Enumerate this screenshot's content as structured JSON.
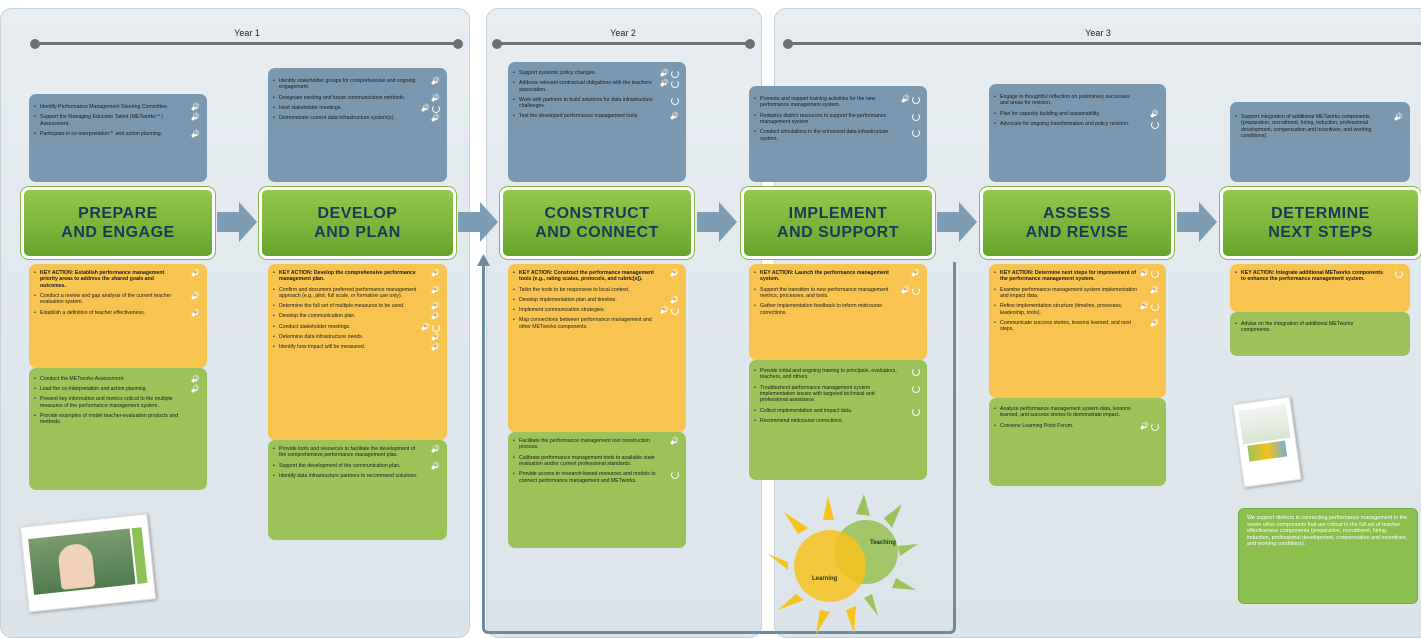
{
  "years": [
    "Year 1",
    "Year 2",
    "Year 3"
  ],
  "stages": [
    {
      "title": "PREPARE\nAND ENGAGE",
      "blue": [
        {
          "text": "Identify Performance Management Steering Committee.",
          "speaker": true,
          "refresh": false
        },
        {
          "text": "Support the Managing Educator Talent (METworks℠) Assessment.",
          "speaker": true,
          "refresh": false
        },
        {
          "text": "Participate in co-interpretation℠ and action planning.",
          "speaker": true,
          "refresh": false
        }
      ],
      "orange": [
        {
          "text": "KEY ACTION: Establish performance management priority areas to address the shared goals and outcomes.",
          "bold": true,
          "speaker": true,
          "refresh": false
        },
        {
          "text": "Conduct a review and gap analysis of the current teacher evaluation system.",
          "speaker": true,
          "refresh": false
        },
        {
          "text": "Establish a definition of teacher effectiveness.",
          "speaker": true,
          "refresh": false
        }
      ],
      "green": [
        {
          "text": "Conduct the METworks Assessment.",
          "speaker": true,
          "refresh": false
        },
        {
          "text": "Lead the co-interpretation and action planning.",
          "speaker": true,
          "refresh": false
        },
        {
          "text": "Present key information and metrics critical to the multiple measures of the performance management system.",
          "speaker": false,
          "refresh": false
        },
        {
          "text": "Provide examples of model teacher-evaluation products and methods.",
          "speaker": false,
          "refresh": false
        }
      ]
    },
    {
      "title": "DEVELOP\nAND PLAN",
      "blue": [
        {
          "text": "Identify stakeholder groups for comprehensive and ongoing engagement.",
          "speaker": true,
          "refresh": false
        },
        {
          "text": "Designate existing and future communication methods.",
          "speaker": true,
          "refresh": false
        },
        {
          "text": "Host stakeholder meetings.",
          "speaker": true,
          "refresh": true
        },
        {
          "text": "Demonstrate current data infrastructure system(s).",
          "speaker": true,
          "refresh": false
        }
      ],
      "orange": [
        {
          "text": "KEY ACTION: Develop the comprehensive performance management plan.",
          "bold": true,
          "speaker": true,
          "refresh": false
        },
        {
          "text": "Confirm and document preferred performance management approach (e.g., pilot, full scale, or formative use only).",
          "speaker": true,
          "refresh": false
        },
        {
          "text": "Determine the full set of multiple measures to be used.",
          "speaker": true,
          "refresh": false
        },
        {
          "text": "Develop the communication plan.",
          "speaker": true,
          "refresh": false
        },
        {
          "text": "Conduct stakeholder meetings.",
          "speaker": true,
          "refresh": true
        },
        {
          "text": "Determine data infrastructure needs.",
          "speaker": true,
          "refresh": false
        },
        {
          "text": "Identify how impact will be measured.",
          "speaker": true,
          "refresh": false
        }
      ],
      "green": [
        {
          "text": "Provide tools and resources to facilitate the development of the comprehensive performance management plan.",
          "speaker": true,
          "refresh": false
        },
        {
          "text": "Support the development of the communication plan.",
          "speaker": true,
          "refresh": false
        },
        {
          "text": "Identify data infrastructure partners to recommend solutions.",
          "speaker": false,
          "refresh": false
        }
      ]
    },
    {
      "title": "CONSTRUCT\nAND CONNECT",
      "blue": [
        {
          "text": "Support systemic policy changes.",
          "speaker": true,
          "refresh": true
        },
        {
          "text": "Address relevant contractual obligations with the teachers association.",
          "speaker": true,
          "refresh": true
        },
        {
          "text": "Work with partners to build solutions for data infrastructure challenges.",
          "speaker": false,
          "refresh": true
        },
        {
          "text": "Test the developed performance management tools.",
          "speaker": true,
          "refresh": false
        }
      ],
      "orange": [
        {
          "text": "KEY ACTION: Construct the performance management tools (e.g., rating scales, protocols, and rubric[s]).",
          "bold": true,
          "speaker": true,
          "refresh": false
        },
        {
          "text": "Tailor the tools to be responsive to local context.",
          "speaker": false,
          "refresh": false
        },
        {
          "text": "Develop implementation plan and timeline.",
          "speaker": true,
          "refresh": false
        },
        {
          "text": "Implement communication strategies.",
          "speaker": true,
          "refresh": true
        },
        {
          "text": "Map connections between performance management and other METworks components.",
          "speaker": false,
          "refresh": false
        }
      ],
      "green": [
        {
          "text": "Facilitate the performance management tool construction process.",
          "speaker": true,
          "refresh": false
        },
        {
          "text": "Calibrate performance management tools to available state evaluation and/or current professional standards.",
          "speaker": false,
          "refresh": false
        },
        {
          "text": "Provide access to research-based resources and models to connect performance management and METworks.",
          "speaker": false,
          "refresh": true
        }
      ]
    },
    {
      "title": "IMPLEMENT\nAND SUPPORT",
      "blue": [
        {
          "text": "Promote and support training activities for the new performance management system.",
          "speaker": true,
          "refresh": true
        },
        {
          "text": "Redeploy district resources to support the performance management system.",
          "speaker": false,
          "refresh": true
        },
        {
          "text": "Conduct simulations in the enhanced data infrastructure system.",
          "speaker": false,
          "refresh": true
        }
      ],
      "orange": [
        {
          "text": "KEY ACTION: Launch the performance management system.",
          "bold": true,
          "speaker": true,
          "refresh": false
        },
        {
          "text": "Support the transition to new performance management metrics, processes, and tools.",
          "speaker": true,
          "refresh": true
        },
        {
          "text": "Gather implementation feedback to inform midcourse corrections.",
          "speaker": false,
          "refresh": false
        }
      ],
      "green": [
        {
          "text": "Provide initial and ongoing training to principals, evaluators, teachers, and others.",
          "speaker": false,
          "refresh": true
        },
        {
          "text": "Troubleshoot performance management system implementation issues with targeted technical and professional assistance.",
          "speaker": false,
          "refresh": true
        },
        {
          "text": "Collect implementation and impact data.",
          "speaker": false,
          "refresh": true
        },
        {
          "text": "Recommend midcourse corrections.",
          "speaker": false,
          "refresh": false
        }
      ]
    },
    {
      "title": "ASSESS\nAND REVISE",
      "blue": [
        {
          "text": "Engage in thoughtful reflection on preliminary successes and areas for revision.",
          "speaker": false,
          "refresh": false
        },
        {
          "text": "Plan for capacity building and sustainability.",
          "speaker": true,
          "refresh": false
        },
        {
          "text": "Advocate for ongoing transformation and policy revision.",
          "speaker": false,
          "refresh": true
        }
      ],
      "orange": [
        {
          "text": "KEY ACTION: Determine next steps for improvement of the performance management system.",
          "bold": true,
          "speaker": true,
          "refresh": true
        },
        {
          "text": "Examine performance management system implementation and impact data.",
          "speaker": true,
          "refresh": false
        },
        {
          "text": "Refine implementation structure (timeline, processes, leadership, tools).",
          "speaker": true,
          "refresh": true
        },
        {
          "text": "Communicate success stories, lessons learned, and next steps.",
          "speaker": true,
          "refresh": false
        }
      ],
      "green": [
        {
          "text": "Analyze performance management system data, lessons learned, and success stories to demonstrate impact.",
          "speaker": false,
          "refresh": false
        },
        {
          "text": "Convene Learning Point Forum.",
          "speaker": true,
          "refresh": true
        }
      ]
    },
    {
      "title": "DETERMINE\nNEXT STEPS",
      "blue": [
        {
          "text": "Support integration of additional METworks components (preparation, recruitment, hiring, induction, professional development, compensation and incentives, and working conditions).",
          "speaker": true,
          "refresh": false
        }
      ],
      "orange": [
        {
          "text": "KEY ACTION: Integrate additional METworks components to enhance the performance management system.",
          "bold": true,
          "speaker": false,
          "refresh": true
        }
      ],
      "green": [
        {
          "text": "Advise on the integration of additional METworks components.",
          "speaker": false,
          "refresh": false
        }
      ]
    }
  ],
  "sun": {
    "teaching": "Teaching",
    "learning": "Learning"
  },
  "note": "We support districts in connecting performance management to the seven other components that are critical to the full set of teacher effectiveness components (preparation, recruitment, hiring, induction, professional development, compensation and incentives, and working conditions).",
  "colors": {
    "blue": "#7a98af",
    "orange": "#f7c450",
    "green": "#9cc35a",
    "stage_text": "#173b57",
    "panel": "#e2e9ee"
  },
  "icons": {
    "speaker": "speaker-icon",
    "refresh": "refresh-icon"
  }
}
